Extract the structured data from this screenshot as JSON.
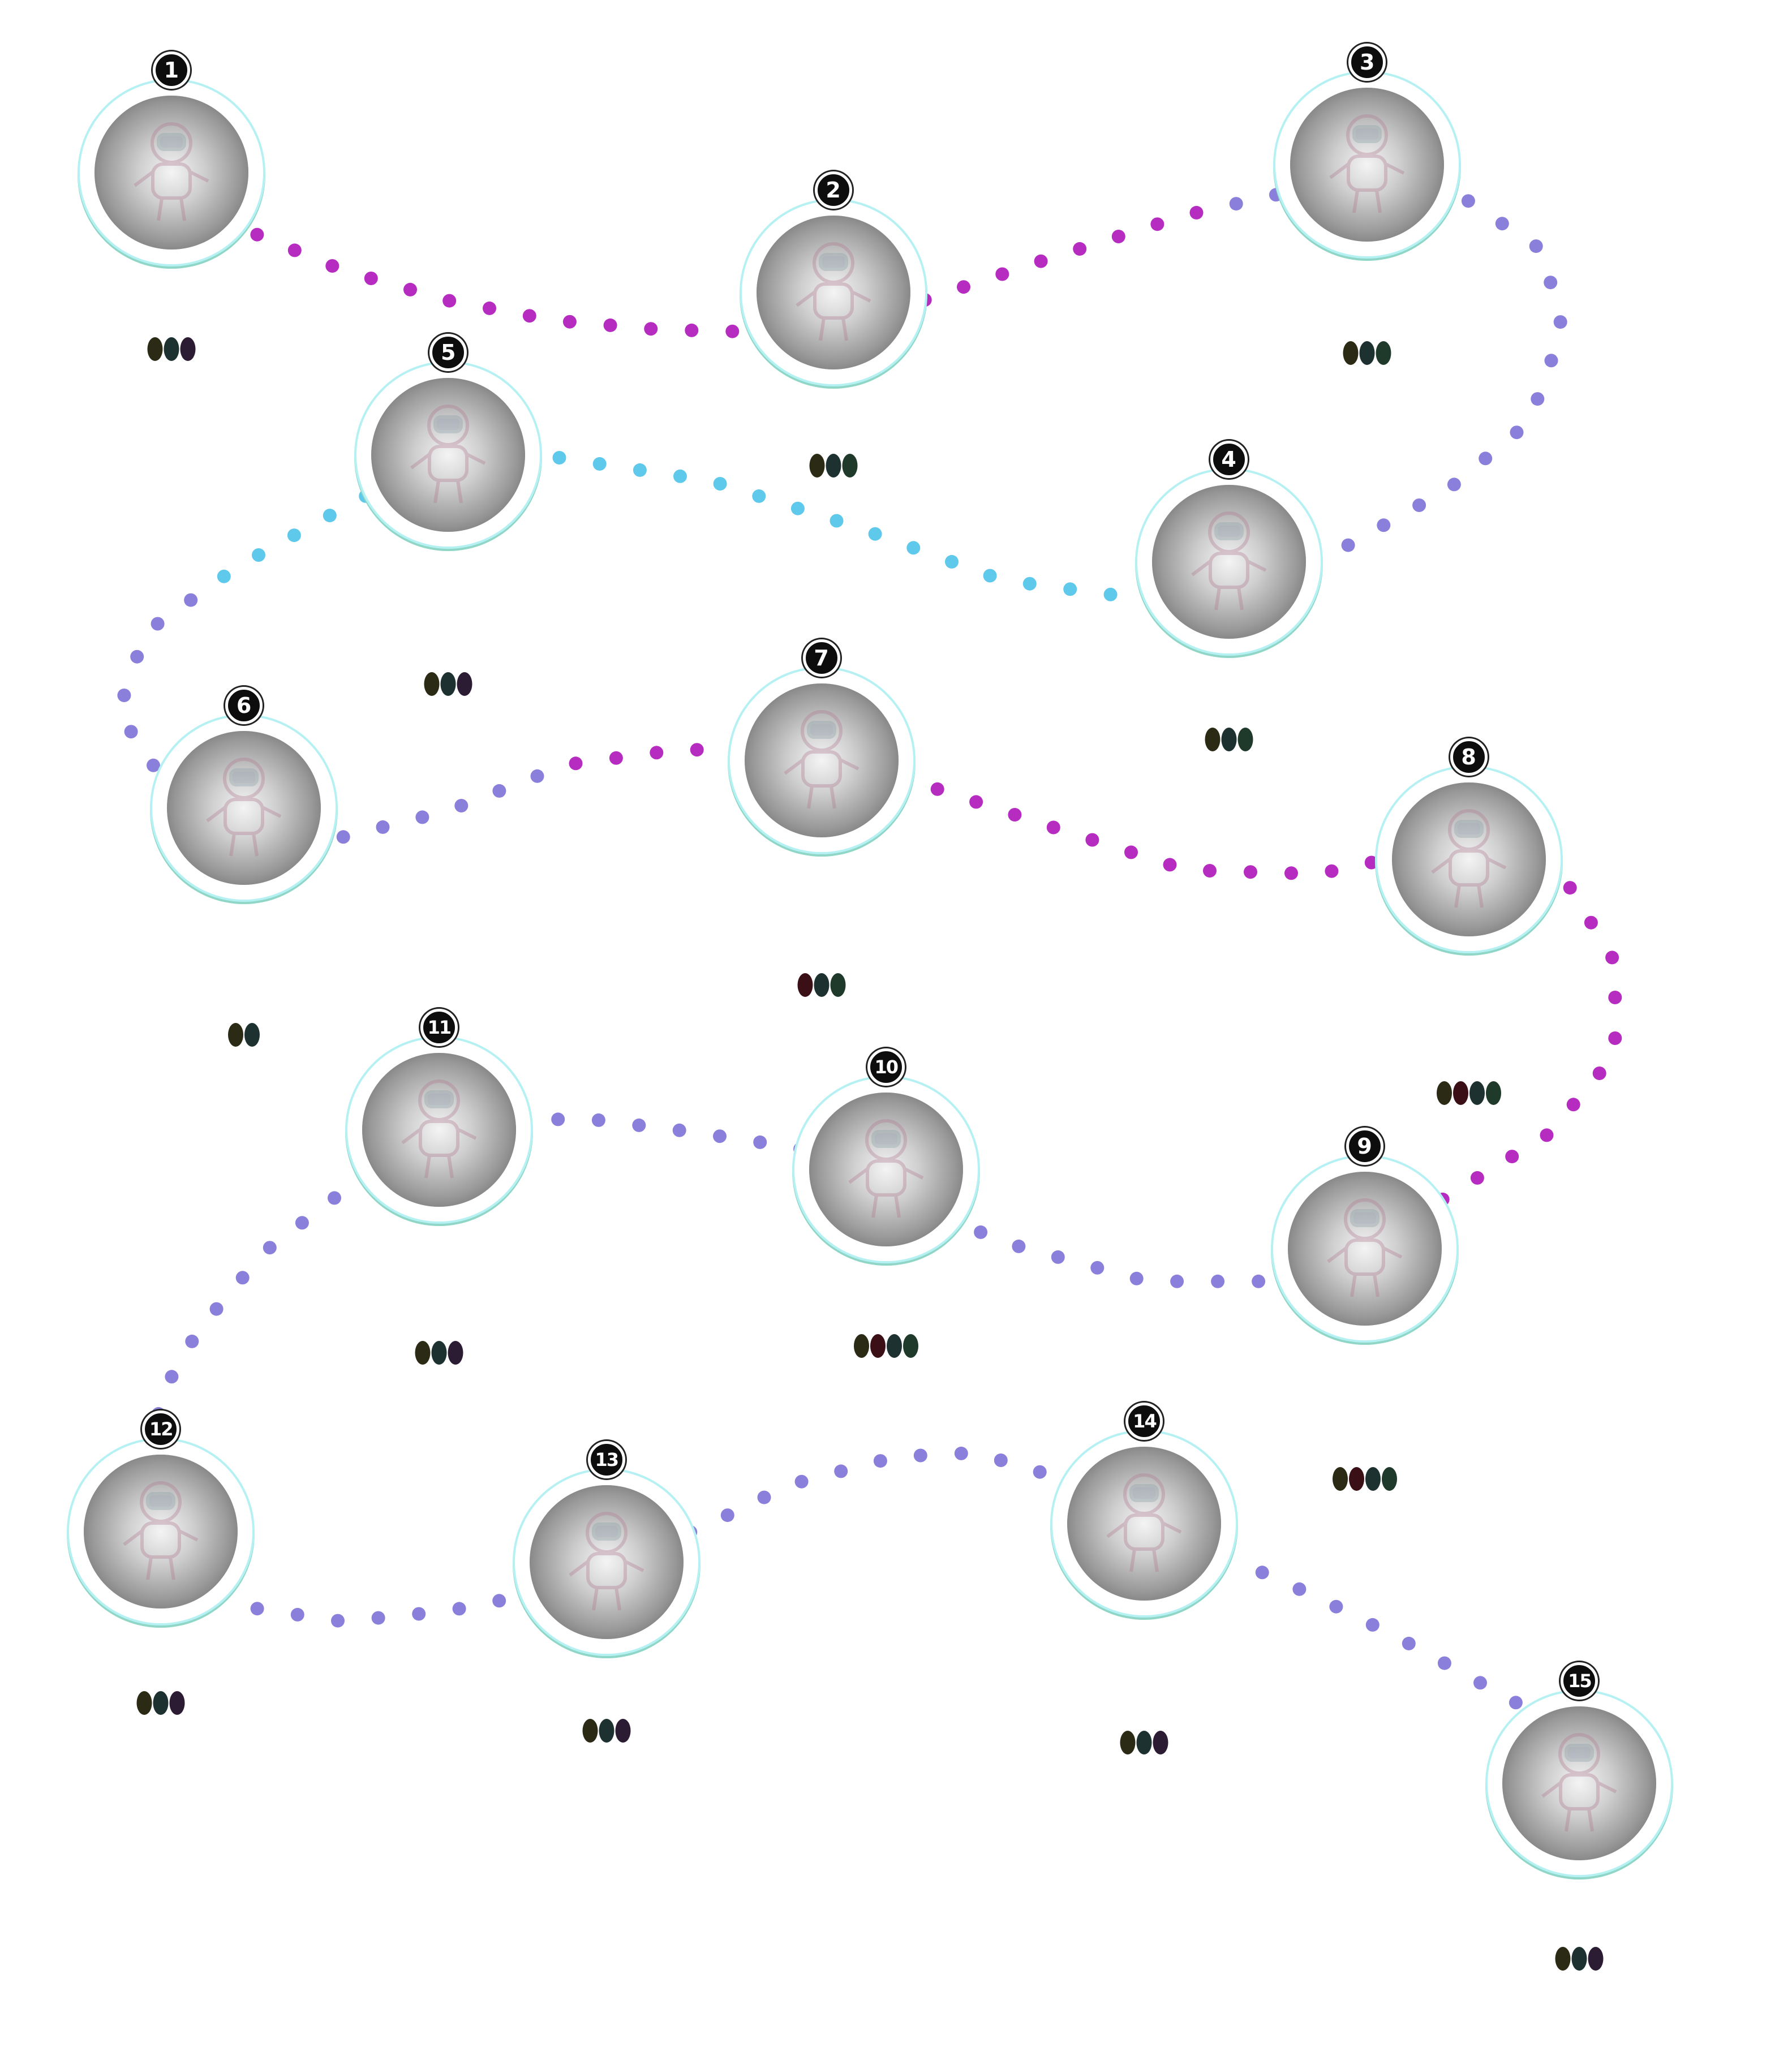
{
  "colors": {
    "background": "#ffffff",
    "orb_ring": "#b5f1f3",
    "orb_ring_shadow": "#8fd6c6",
    "badge": "#0d0d0d",
    "path_magenta": "#b62cc0",
    "path_violet": "#8a7fdb",
    "path_blue": "#5fc9ec",
    "pip_olive": "#2b2a14",
    "pip_teal": "#1c3130",
    "pip_purple": "#2b1b33",
    "pip_maroon": "#3a0f15",
    "pip_green": "#1f3a2a"
  },
  "level_map": {
    "levels": [
      {
        "number": "1",
        "pips": [
          "#2b2a14",
          "#1c3130",
          "#2b1b33"
        ]
      },
      {
        "number": "2",
        "pips": [
          "#2b2a14",
          "#1c3130",
          "#1f3a2a"
        ]
      },
      {
        "number": "3",
        "pips": [
          "#2b2a14",
          "#1c3130",
          "#1f3a2a"
        ]
      },
      {
        "number": "4",
        "pips": [
          "#2b2a14",
          "#1c3130",
          "#1f3a2a"
        ]
      },
      {
        "number": "5",
        "pips": [
          "#2b2a14",
          "#1c3130",
          "#2b1b33"
        ]
      },
      {
        "number": "6",
        "pips": [
          "#2b2a14",
          "#1c3130"
        ]
      },
      {
        "number": "7",
        "pips": [
          "#3a0f15",
          "#1c3130",
          "#1f3a2a"
        ]
      },
      {
        "number": "8",
        "pips": [
          "#2b2a14",
          "#3a0f15",
          "#1c3130",
          "#1f3a2a"
        ]
      },
      {
        "number": "9",
        "pips": [
          "#2b2a14",
          "#3a0f15",
          "#1c3130",
          "#1f3a2a"
        ]
      },
      {
        "number": "10",
        "pips": [
          "#2b2a14",
          "#3a0f15",
          "#1c3130",
          "#1f3a2a"
        ]
      },
      {
        "number": "11",
        "pips": [
          "#2b2a14",
          "#1c3130",
          "#2b1b33"
        ]
      },
      {
        "number": "12",
        "pips": [
          "#2b2a14",
          "#1c3130",
          "#2b1b33"
        ]
      },
      {
        "number": "13",
        "pips": [
          "#2b2a14",
          "#1c3130",
          "#2b1b33"
        ]
      },
      {
        "number": "14",
        "pips": [
          "#2b2a14",
          "#1c3130",
          "#2b1b33"
        ]
      },
      {
        "number": "15",
        "pips": [
          "#2b2a14",
          "#1c3130",
          "#2b1b33"
        ]
      }
    ],
    "orb_icon": "astronaut-icon",
    "path_icon": "dotted-path"
  }
}
